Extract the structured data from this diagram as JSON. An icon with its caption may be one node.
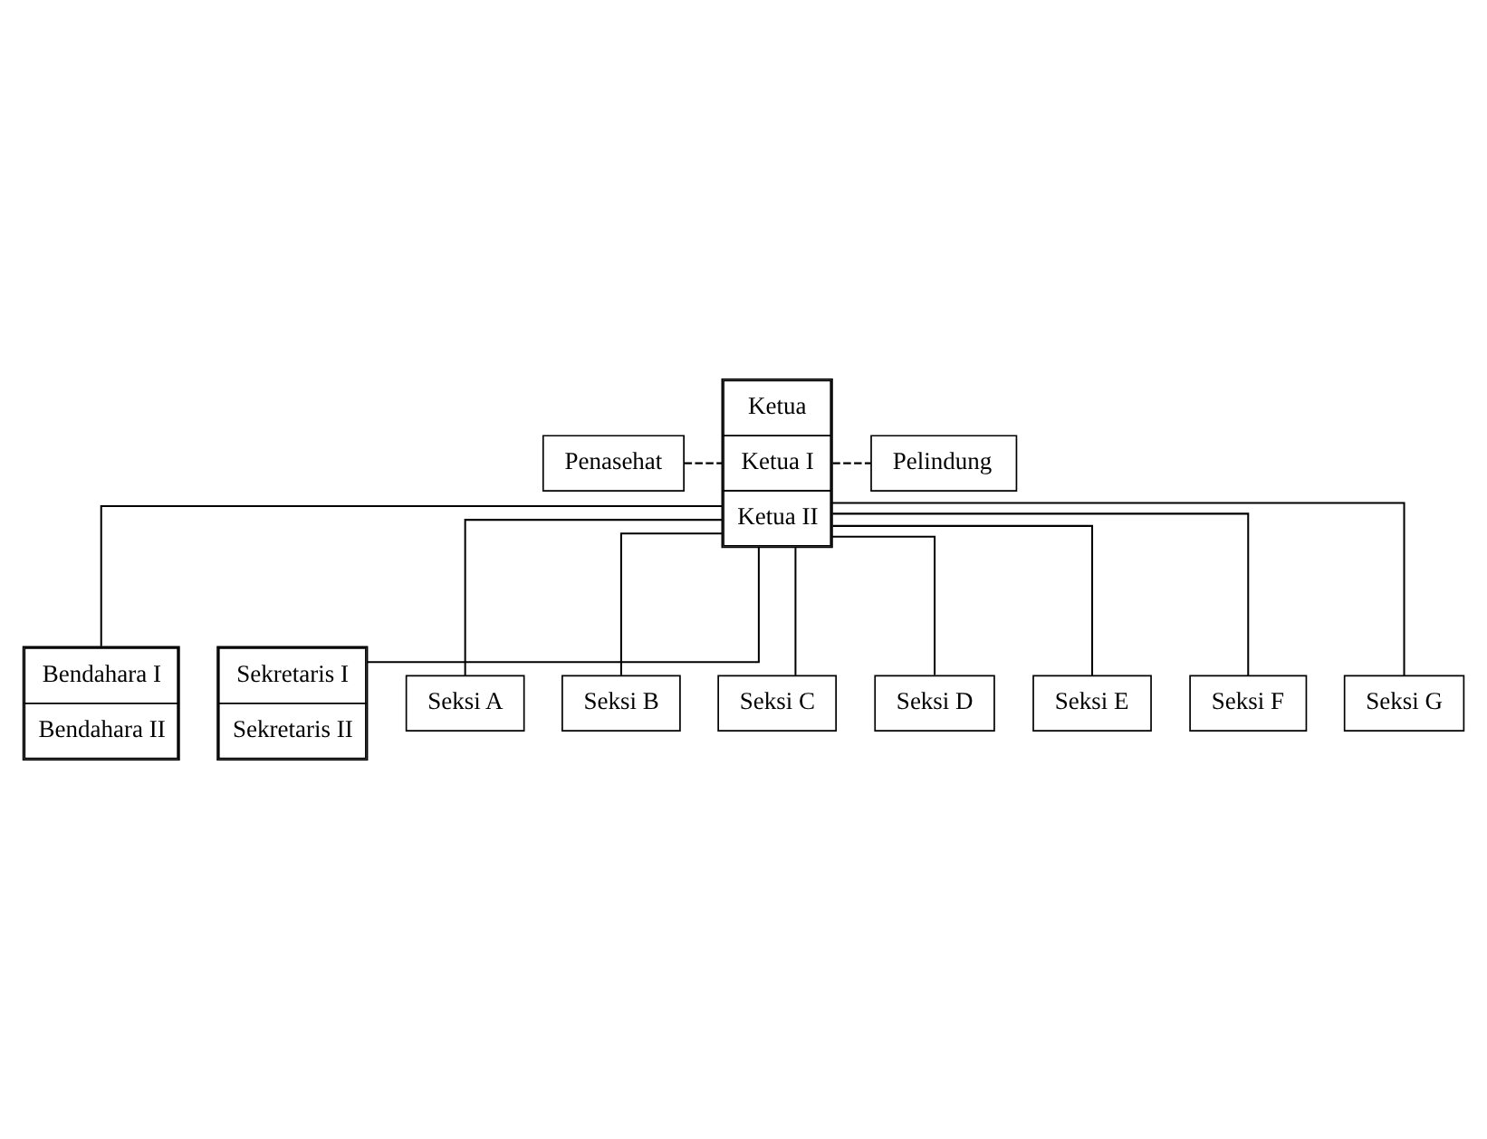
{
  "diagram": {
    "nodes": [
      {
        "text": [
          "Penasehat"
        ]
      },
      {
        "text": [
          "Ketua",
          "Ketua I",
          "Ketua II"
        ]
      },
      {
        "text": [
          "Pelindung"
        ]
      },
      {
        "text": [
          "Bendahara I",
          "Bendahara II"
        ]
      },
      {
        "text": [
          "Sekretaris I",
          "Sekretaris II"
        ]
      },
      {
        "text": [
          "Seksi A"
        ]
      },
      {
        "text": [
          "Seksi B"
        ]
      },
      {
        "text": [
          "Seksi C"
        ]
      },
      {
        "text": [
          "Seksi D"
        ]
      },
      {
        "text": [
          "Seksi E"
        ]
      },
      {
        "text": [
          "Seksi F"
        ]
      },
      {
        "text": [
          "Seksi G"
        ]
      }
    ],
    "edges": [
      {
        "from": 0,
        "to": 1,
        "arrow": "none",
        "style": "dashed"
      },
      {
        "from": 1,
        "to": 2,
        "arrow": "none",
        "style": "dashed"
      },
      {
        "from": 1,
        "to": 3,
        "arrow": "none"
      },
      {
        "from": 1,
        "to": 4,
        "arrow": "none"
      },
      {
        "from": 1,
        "to": 5,
        "arrow": "none"
      },
      {
        "from": 1,
        "to": 6,
        "arrow": "none"
      },
      {
        "from": 1,
        "to": 7,
        "arrow": "none"
      },
      {
        "from": 1,
        "to": 8,
        "arrow": "none"
      },
      {
        "from": 1,
        "to": 9,
        "arrow": "none"
      },
      {
        "from": 1,
        "to": 10,
        "arrow": "none"
      },
      {
        "from": 1,
        "to": 11,
        "arrow": "none"
      }
    ]
  }
}
